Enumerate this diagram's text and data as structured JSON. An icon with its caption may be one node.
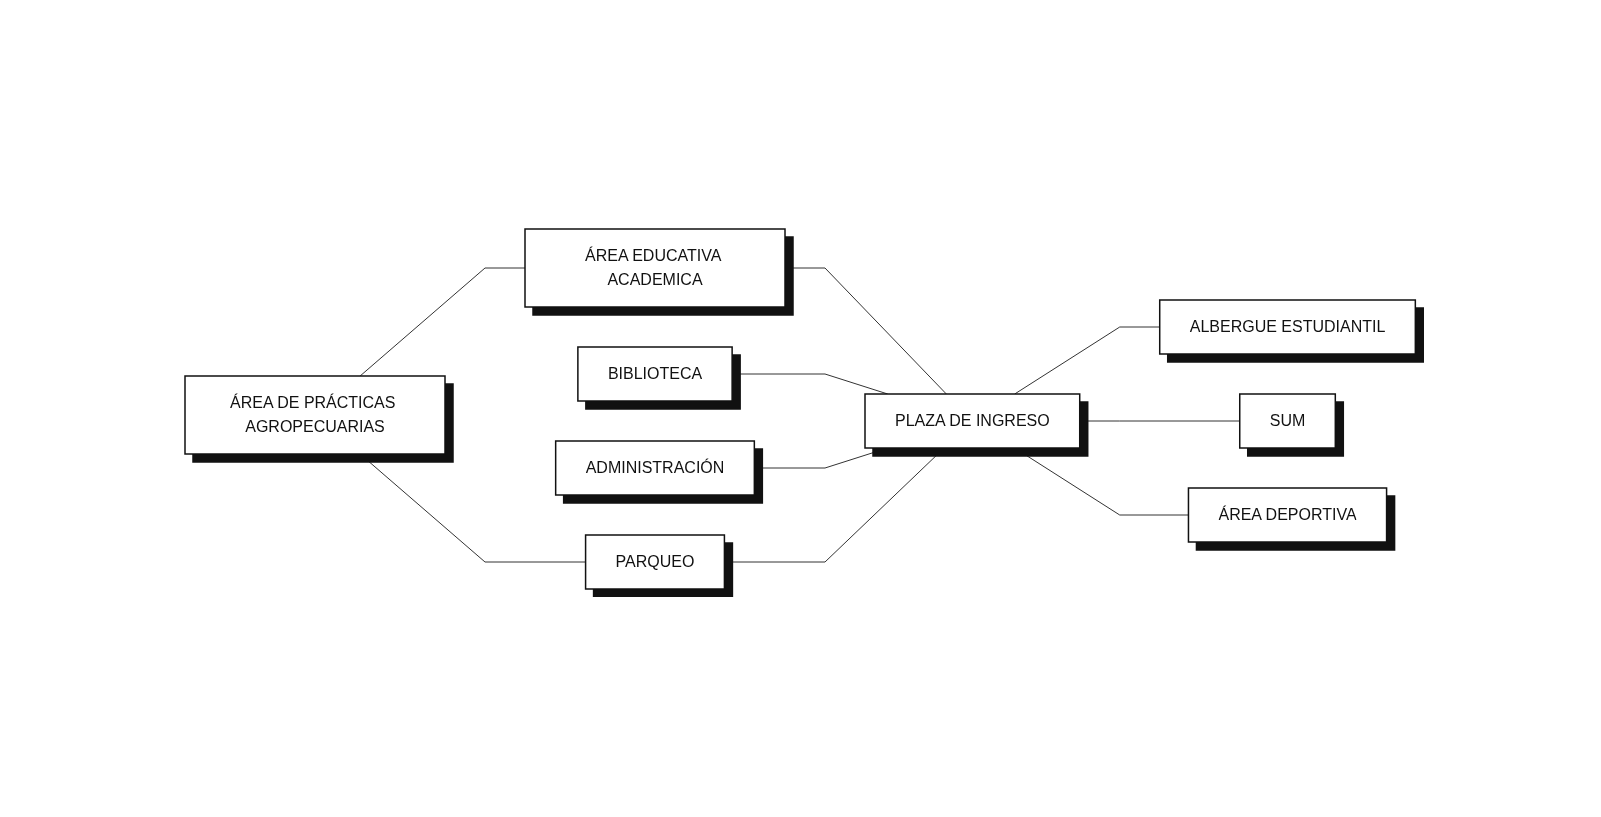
{
  "diagram": {
    "nodes": [
      {
        "text": [
          "ÁREA DE PRÁCTICAS AGROPECUARIAS"
        ]
      },
      {
        "text": [
          "ÁREA EDUCATIVA ACADEMICA"
        ]
      },
      {
        "text": [
          "BIBLIOTECA"
        ]
      },
      {
        "text": [
          "ADMINISTRACIÓN"
        ]
      },
      {
        "text": [
          "ALBERGUE ESTUDIANTIL"
        ]
      },
      {
        "text": [
          "PARQUEO"
        ]
      },
      {
        "text": [
          "PLAZA DE INGRESO"
        ]
      },
      {
        "text": [
          "SUM"
        ]
      },
      {
        "text": [
          "ÁREA DEPORTIVA"
        ]
      }
    ],
    "edges": [
      {
        "from": 0,
        "to": 1,
        "arrow": "none"
      },
      {
        "from": 0,
        "to": 5,
        "arrow": "none"
      },
      {
        "from": 1,
        "to": 6,
        "arrow": "none"
      },
      {
        "from": 2,
        "to": 6,
        "arrow": "none"
      },
      {
        "from": 3,
        "to": 6,
        "arrow": "none"
      },
      {
        "from": 5,
        "to": 6,
        "arrow": "none"
      },
      {
        "from": 6,
        "to": 4,
        "arrow": "none"
      },
      {
        "from": 6,
        "to": 7,
        "arrow": "none"
      },
      {
        "from": 6,
        "to": 8,
        "arrow": "none"
      }
    ]
  }
}
